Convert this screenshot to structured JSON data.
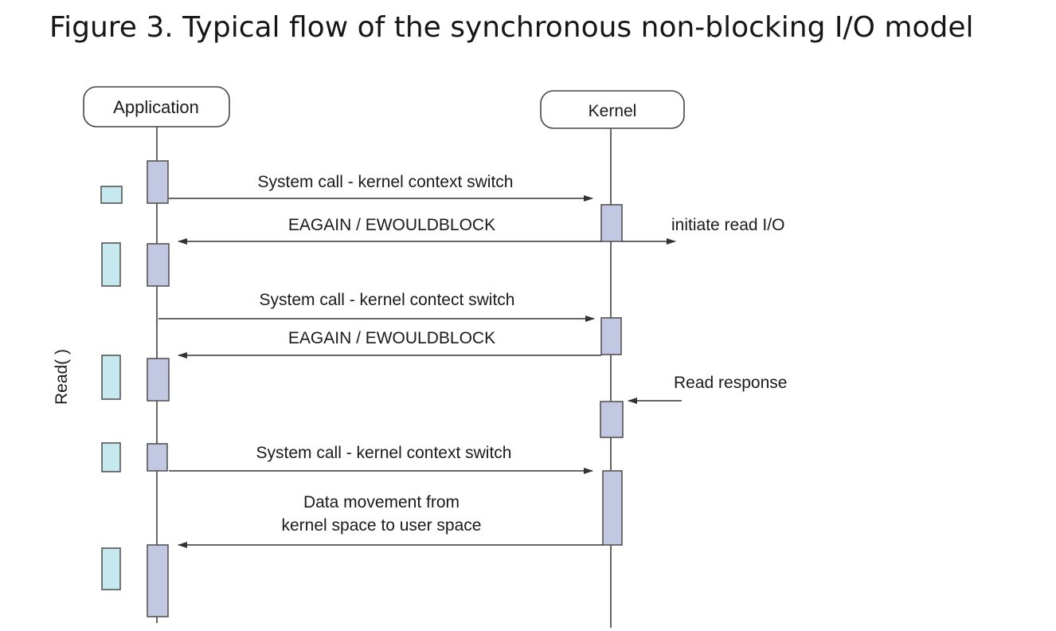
{
  "figure": {
    "title": "Figure 3. Typical flow of the synchronous non-blocking I/O model"
  },
  "lifelines": {
    "application": "Application",
    "kernel": "Kernel"
  },
  "side_label": "Read( )",
  "messages": {
    "syscall_1": "System call - kernel context switch",
    "eagain_1": "EAGAIN / EWOULDBLOCK",
    "initiate_read": "initiate read I/O",
    "syscall_2": "System call - kernel contect switch",
    "eagain_2": "EAGAIN / EWOULDBLOCK",
    "read_response": "Read response",
    "syscall_3": "System call - kernel context switch",
    "data_movement_line1": "Data movement from",
    "data_movement_line2": "kernel space to user space"
  },
  "colors": {
    "activation_fill": "#c2c8e2",
    "indicator_fill": "#c5e9ee",
    "line": "#555555"
  }
}
